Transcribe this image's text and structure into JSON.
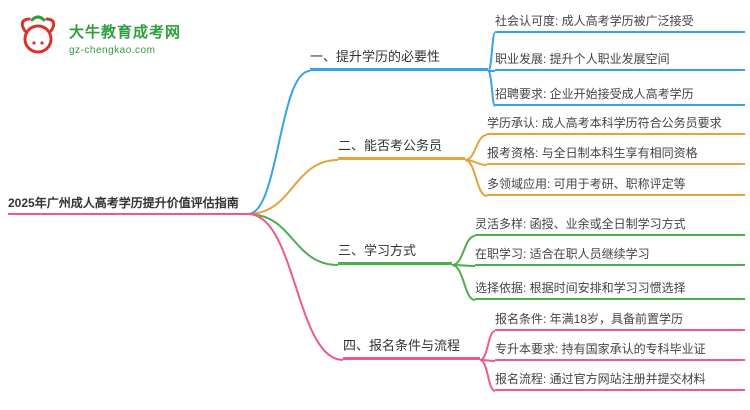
{
  "logo": {
    "title": "大牛教育成考网",
    "domain": "gz-chengkao.com",
    "icon": "bull-icon",
    "brand_green": "#2e9e3f",
    "brand_red": "#d9342b"
  },
  "root": {
    "label": "2025年广州成人高考学历提升价值评估指南",
    "underline_color": "#ee5a8c"
  },
  "branches": [
    {
      "label": "一、提升学历的必要性",
      "color": "#36a3e8",
      "children": [
        {
          "label": "社会认可度: 成人高考学历被广泛接受"
        },
        {
          "label": "职业发展: 提升个人职业发展空间"
        },
        {
          "label": "招聘要求: 企业开始接受成人高考学历"
        }
      ]
    },
    {
      "label": "二、能否考公务员",
      "color": "#e6a23c",
      "children": [
        {
          "label": "学历承认: 成人高考本科学历符合公务员要求"
        },
        {
          "label": "报考资格: 与全日制本科生享有相同资格"
        },
        {
          "label": "多领域应用: 可用于考研、职称评定等"
        }
      ]
    },
    {
      "label": "三、学习方式",
      "color": "#4cae50",
      "children": [
        {
          "label": "灵活多样: 函授、业余或全日制学习方式"
        },
        {
          "label": "在职学习: 适合在职人员继续学习"
        },
        {
          "label": "选择依据: 根据时间安排和学习习惯选择"
        }
      ]
    },
    {
      "label": "四、报名条件与流程",
      "color": "#ee5a8c",
      "children": [
        {
          "label": "报名条件: 年满18岁，具备前置学历"
        },
        {
          "label": "专升本要求: 持有国家承认的专科毕业证"
        },
        {
          "label": "报名流程: 通过官方网站注册并提交材料"
        }
      ]
    }
  ]
}
